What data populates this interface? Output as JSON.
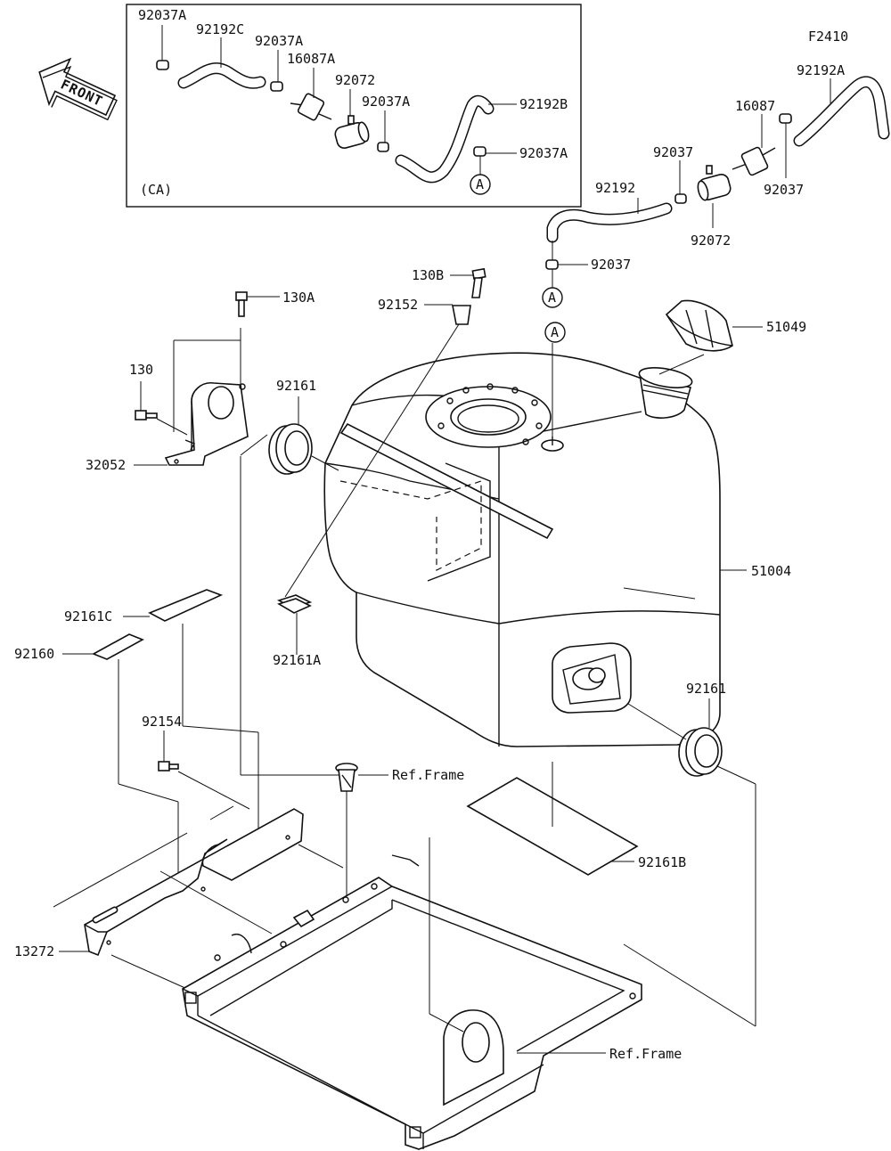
{
  "figure_code": "F2410",
  "front_label": "FRONT",
  "inset": {
    "label": "(CA)"
  },
  "callout_marker": "A",
  "parts": {
    "p92037A_1": "92037A",
    "p92192C": "92192C",
    "p92037A_2": "92037A",
    "p16087A": "16087A",
    "p92072_ca": "92072",
    "p92037A_3": "92037A",
    "p92192B": "92192B",
    "p92037A_4": "92037A",
    "p92192A": "92192A",
    "p16087": "16087",
    "p92037_1": "92037",
    "p92037_2": "92037",
    "p92192": "92192",
    "p92072": "92072",
    "p92037_3": "92037",
    "p130B": "130B",
    "p92152": "92152",
    "p130A": "130A",
    "p51049": "51049",
    "p130": "130",
    "p92161_1": "92161",
    "p32052": "32052",
    "p51004": "51004",
    "p92161C": "92161C",
    "p92160": "92160",
    "p92161A": "92161A",
    "p92161_2": "92161",
    "p92154": "92154",
    "ref_frame_1": "Ref.Frame",
    "p92161B": "92161B",
    "p13272": "13272",
    "ref_frame_2": "Ref.Frame"
  }
}
